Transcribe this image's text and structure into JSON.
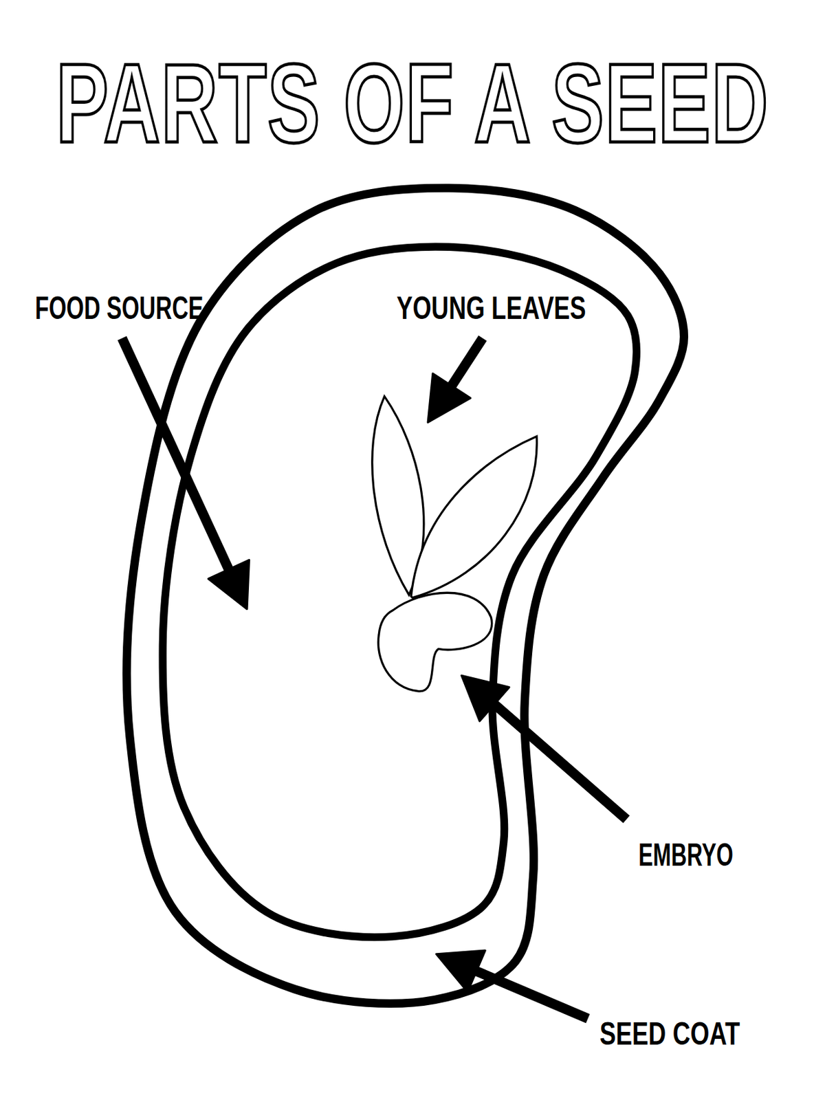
{
  "diagram": {
    "title": "PARTS OF A SEED",
    "labels": [
      "FOOD SOURCE",
      "YOUNG LEAVES",
      "EMBRYO",
      "SEED COAT"
    ]
  }
}
